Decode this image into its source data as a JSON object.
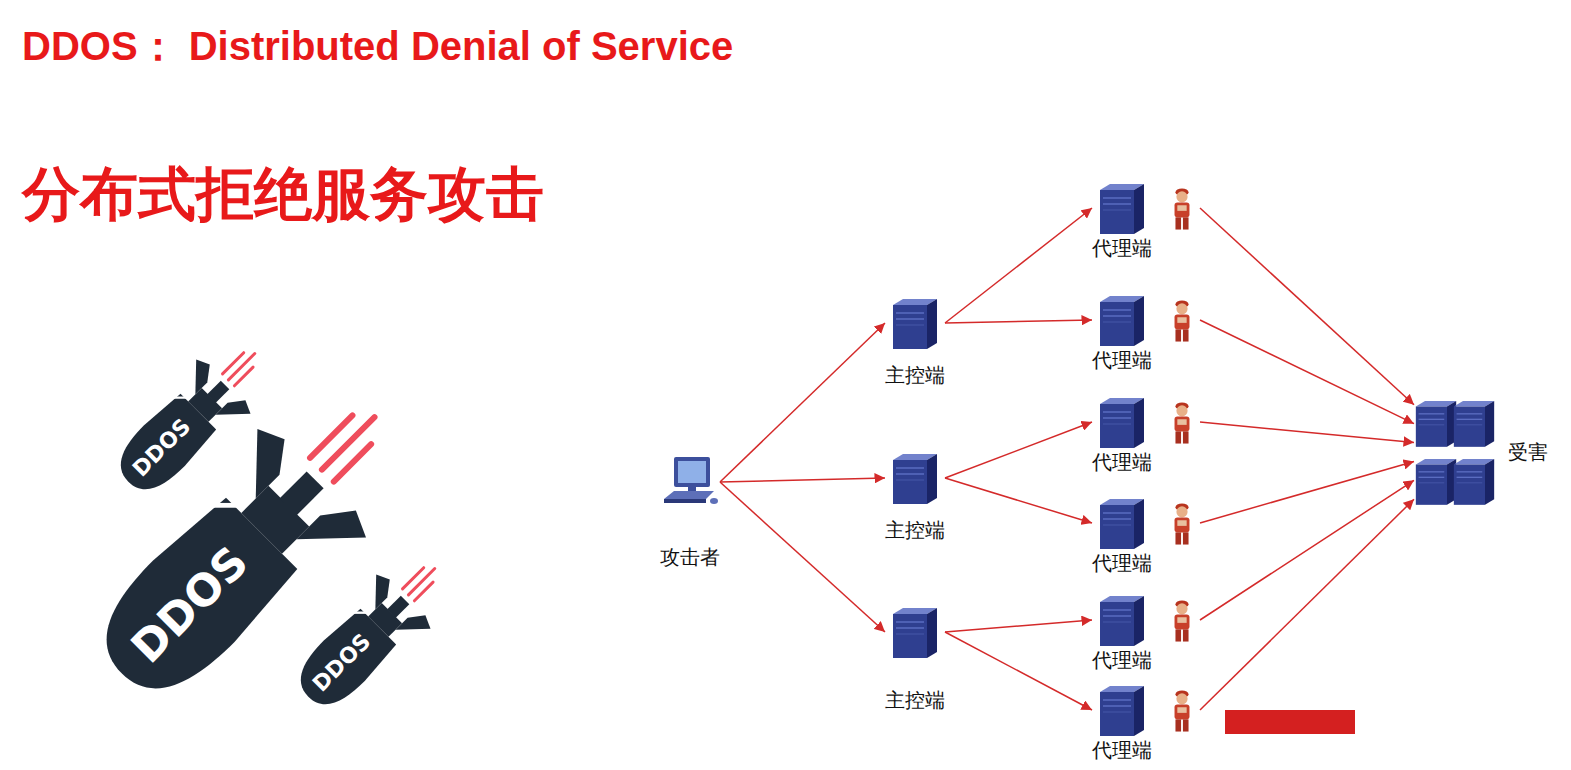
{
  "diagram": {
    "title": "DDOS： Distributed Denial of Service",
    "nodes": [
      {
        "text": [
          "攻击者"
        ]
      },
      {
        "text": [
          "主控端"
        ]
      },
      {
        "text": [
          "主控端"
        ]
      },
      {
        "text": [
          "主控端"
        ]
      },
      {
        "text": [
          "代理端"
        ]
      },
      {
        "text": [
          "代理端"
        ]
      },
      {
        "text": [
          "代理端"
        ]
      },
      {
        "text": [
          "代理端"
        ]
      },
      {
        "text": [
          "代理端"
        ]
      },
      {
        "text": [
          "代理端"
        ]
      },
      {
        "text": [
          "受害"
        ]
      }
    ],
    "edges": [
      {
        "from": 0,
        "to": 1,
        "arrow": "to"
      },
      {
        "from": 0,
        "to": 2,
        "arrow": "to"
      },
      {
        "from": 0,
        "to": 3,
        "arrow": "to"
      },
      {
        "from": 1,
        "to": 4,
        "arrow": "to"
      },
      {
        "from": 1,
        "to": 5,
        "arrow": "to"
      },
      {
        "from": 2,
        "to": 6,
        "arrow": "to"
      },
      {
        "from": 2,
        "to": 7,
        "arrow": "to"
      },
      {
        "from": 3,
        "to": 8,
        "arrow": "to"
      },
      {
        "from": 3,
        "to": 9,
        "arrow": "to"
      },
      {
        "from": 4,
        "to": 10,
        "arrow": "to"
      },
      {
        "from": 5,
        "to": 10,
        "arrow": "to"
      },
      {
        "from": 6,
        "to": 10,
        "arrow": "to"
      },
      {
        "from": 7,
        "to": 10,
        "arrow": "to"
      },
      {
        "from": 8,
        "to": 10,
        "arrow": "to"
      },
      {
        "from": 9,
        "to": 10,
        "arrow": "to"
      }
    ],
    "labels": [
      "分布式拒绝服务攻击",
      "DDOS",
      "DDOS",
      "DDOS"
    ]
  }
}
